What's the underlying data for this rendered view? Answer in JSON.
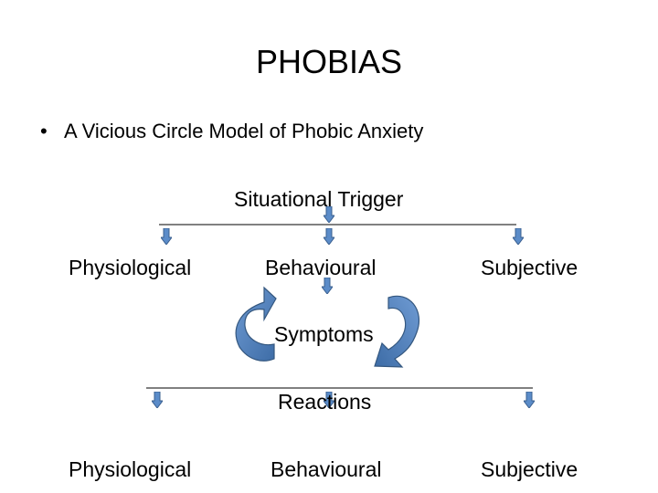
{
  "slide": {
    "title": "PHOBIAS",
    "bullet": {
      "marker": "•",
      "text": "A Vicious Circle Model of Phobic Anxiety"
    }
  },
  "diagram": {
    "trigger": "Situational Trigger",
    "top_row": {
      "physiological": "Physiological",
      "behavioural": "Behavioural",
      "subjective": "Subjective"
    },
    "symptoms": "Symptoms",
    "reactions": "Reactions",
    "bottom_row": {
      "physiological": "Physiological",
      "behavioural": "Behavioural",
      "subjective": "Subjective"
    }
  },
  "colors": {
    "arrow_fill": "#5b8cc9",
    "arrow_stroke": "#3a5f8f",
    "circle_arrow_fill": "#4f81bd",
    "circle_arrow_stroke": "#34577f",
    "line": "#000000"
  }
}
